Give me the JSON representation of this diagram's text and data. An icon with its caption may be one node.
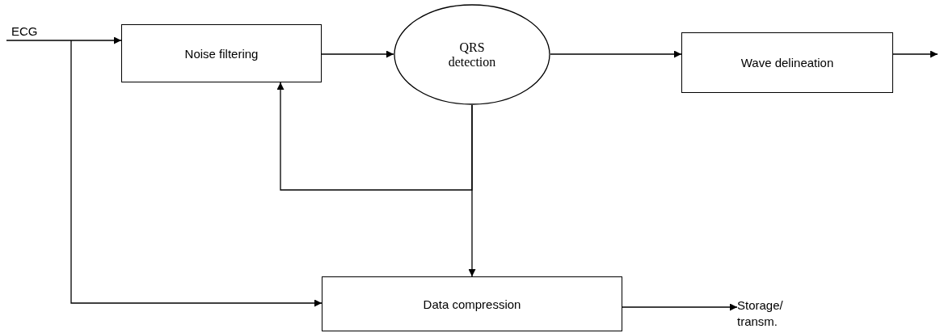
{
  "diagram": {
    "nodes": [
      {
        "text": [
          "ECG"
        ]
      },
      {
        "text": [
          "Noise filtering"
        ]
      },
      {
        "text": [
          "QRS detection"
        ]
      },
      {
        "text": [
          "Wave delineation"
        ]
      },
      {
        "text": [
          "Data compression"
        ]
      },
      {
        "text": [
          "Storage/ transm."
        ]
      }
    ],
    "edges": [
      {
        "from": 0,
        "to": 1,
        "arrow": "to"
      },
      {
        "from": 1,
        "to": 2,
        "arrow": "to"
      },
      {
        "from": 2,
        "to": 3,
        "arrow": "to"
      },
      {
        "from": 3,
        "to": null,
        "arrow": "to"
      },
      {
        "from": 2,
        "to": 1,
        "arrow": "to"
      },
      {
        "from": 2,
        "to": 4,
        "arrow": "to"
      },
      {
        "from": 0,
        "to": 4,
        "arrow": "to"
      },
      {
        "from": 4,
        "to": 5,
        "arrow": "to"
      }
    ]
  }
}
